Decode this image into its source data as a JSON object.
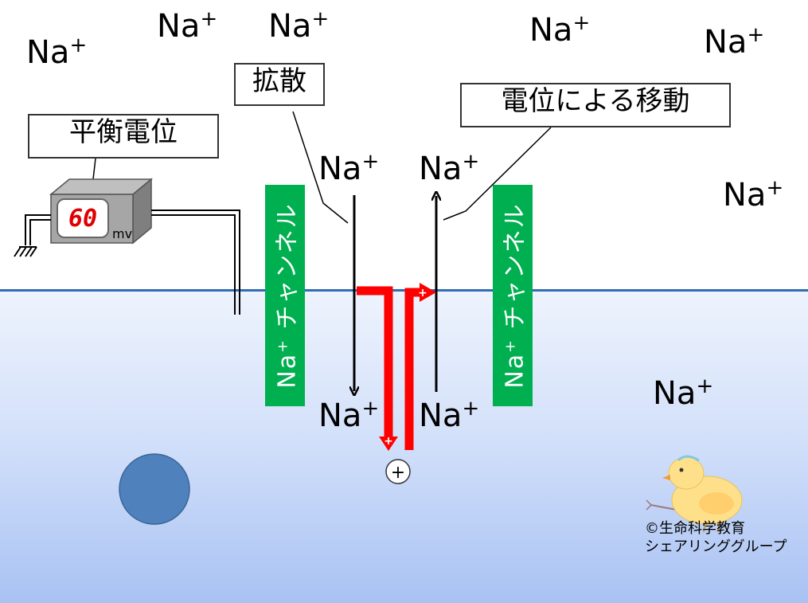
{
  "ions": [
    {
      "label": "Na",
      "charge": "+"
    },
    {
      "label": "Na",
      "charge": "+"
    },
    {
      "label": "Na",
      "charge": "+"
    },
    {
      "label": "Na",
      "charge": "+"
    },
    {
      "label": "Na",
      "charge": "+"
    },
    {
      "label": "Na",
      "charge": "+"
    },
    {
      "label": "Na",
      "charge": "+"
    },
    {
      "label": "Na",
      "charge": "+"
    },
    {
      "label": "Na",
      "charge": "+"
    },
    {
      "label": "Na",
      "charge": "+"
    },
    {
      "label": "Na",
      "charge": "+"
    }
  ],
  "labels": {
    "diffusion": "拡散",
    "electric_movement": "電位による移動",
    "equilibrium_potential": "平衡電位"
  },
  "meter": {
    "reading": "60",
    "unit": "mv"
  },
  "channels": [
    {
      "label": "Na⁺ チャンネル"
    },
    {
      "label": "Na⁺ チャンネル"
    }
  ],
  "charge_marker": "+",
  "copyright": {
    "line1": "©生命科学教育",
    "line2": "シェアリンググループ"
  },
  "colors": {
    "channel": "#00b050",
    "membrane": "#2f6db5",
    "charge_arrow": "#ff0000",
    "cell_blob": "#4f81bd"
  }
}
